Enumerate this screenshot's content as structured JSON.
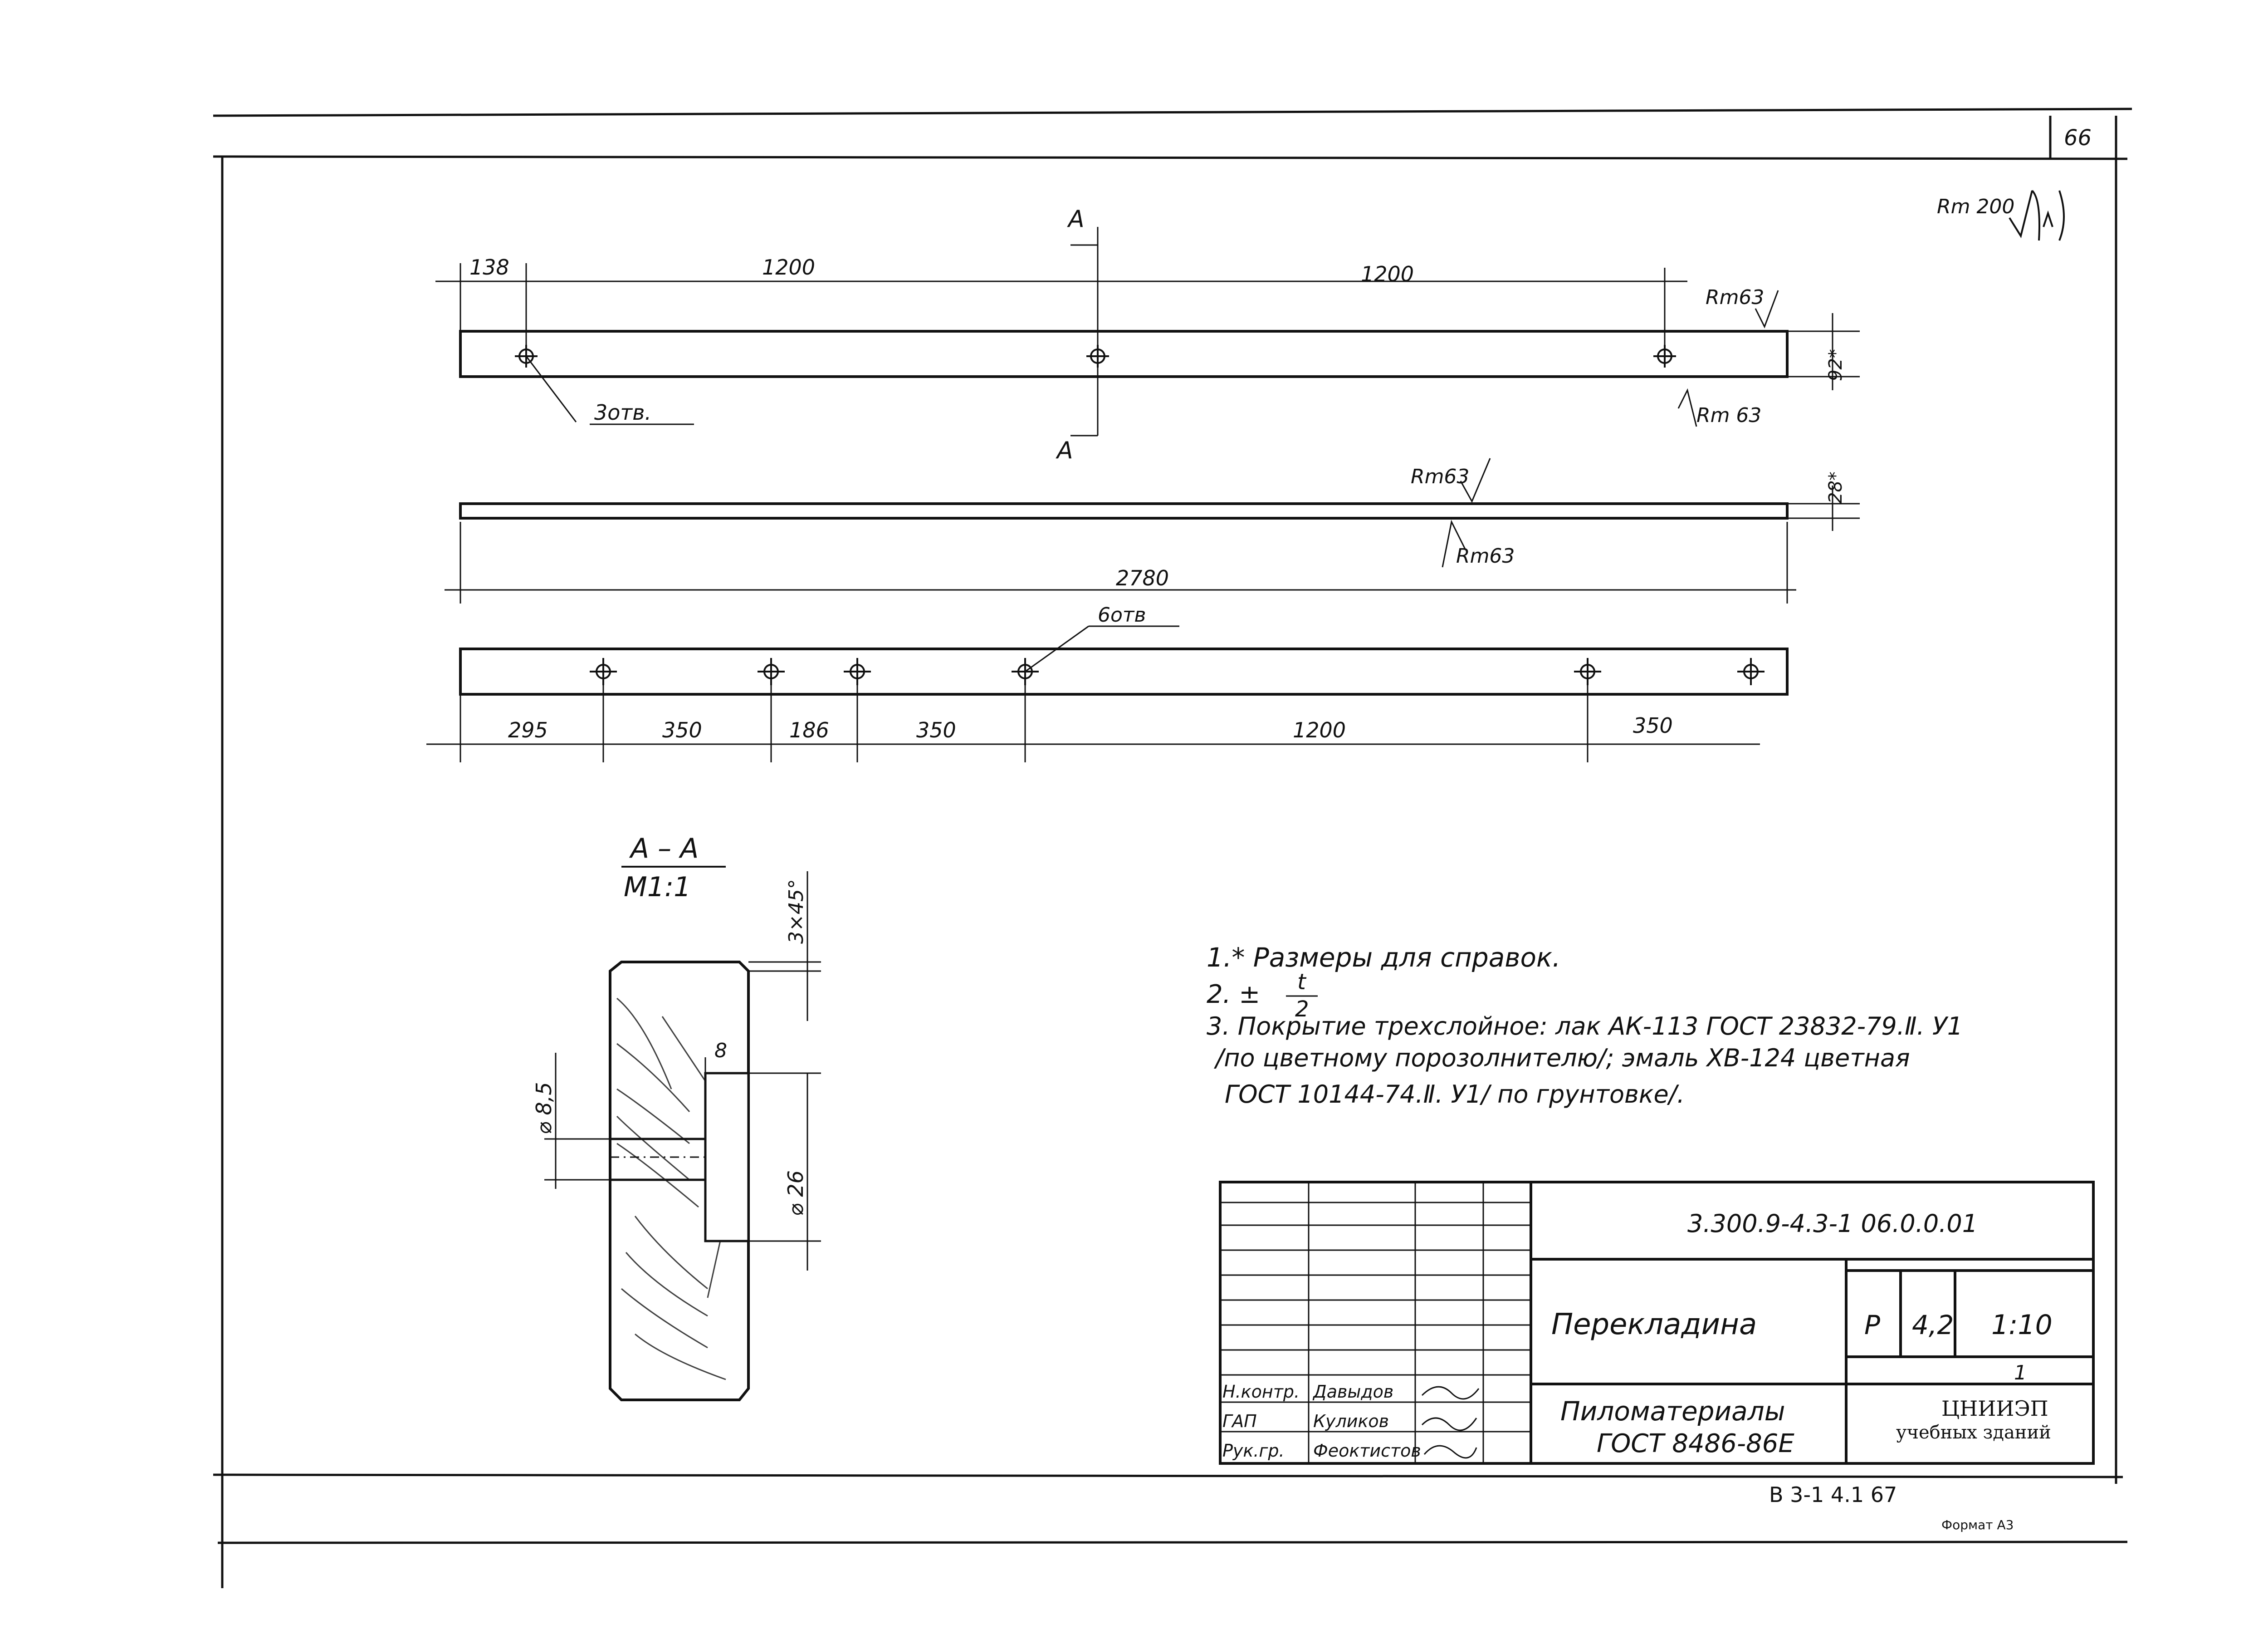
{
  "sheet": {
    "page_number": "66",
    "roughness_general": "Rm 200"
  },
  "views": {
    "top": {
      "section_mark": "А",
      "dims": [
        "138",
        "1200",
        "1200"
      ],
      "roughness": [
        "Rm63",
        "Rm 63"
      ],
      "holes_note": "3отв.",
      "thickness": "92*"
    },
    "middle": {
      "roughness": [
        "Rm63",
        "Rm63"
      ],
      "thickness": "28*",
      "length": "2780"
    },
    "bottom": {
      "holes_note": "6отв",
      "dims": [
        "295",
        "350",
        "186",
        "350",
        "1200",
        "350"
      ]
    },
    "section": {
      "title": "А – А",
      "scale": "М1:1",
      "chamfer": "3×45°",
      "dia_small": "⌀ 8,5",
      "dia_large": "⌀ 26",
      "depth": "8"
    }
  },
  "notes": {
    "n1": "1.* Размеры для справок.",
    "n2_prefix": "2. ±",
    "n2_num": "t",
    "n2_den": "2",
    "n3_l1": "3. Покрытие трехслойное: лак АК-113 ГОСТ 23832-79.Ⅱ. У1",
    "n3_l2": "/по цветному порозолнителю/; эмаль ХВ-124 цветная",
    "n3_l3": "ГОСТ 10144-74.Ⅱ. У1/ по грунтовке/."
  },
  "title_block": {
    "doc_code": "3.300.9-4.3-1 06.0.0.01",
    "part_name": "Перекладина",
    "litera": "Р",
    "mass": "4,2",
    "scale": "1:10",
    "sheet": "1",
    "material_line1": "Пиломатериалы",
    "material_line2": "ГОСТ 8486-86Е",
    "org_line1": "ЦНИИЭП",
    "org_line2": "учебных зданий",
    "roles": [
      "Н.контр.",
      "ГАП",
      "Рук.гр."
    ],
    "names": [
      "Давыдов",
      "Куликов",
      "Феоктистов"
    ],
    "bottom_code": "В 3-1  4.1  67",
    "format": "Формат А3"
  }
}
